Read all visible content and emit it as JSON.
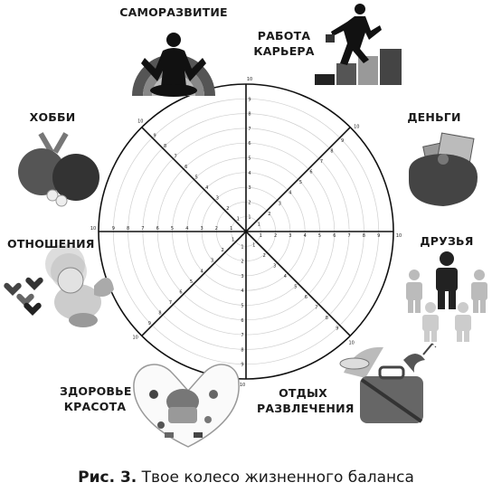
{
  "wheel": {
    "scale_max": 10,
    "ring_count": 10,
    "spoke_count": 8,
    "sections": [
      {
        "id": "self_development",
        "lines": [
          "САМОРАЗВИТИЕ"
        ]
      },
      {
        "id": "career",
        "lines": [
          "РАБОТА",
          "КАРЬЕРА"
        ]
      },
      {
        "id": "money",
        "lines": [
          "ДЕНЬГИ"
        ]
      },
      {
        "id": "friends",
        "lines": [
          "ДРУЗЬЯ"
        ]
      },
      {
        "id": "leisure",
        "lines": [
          "ОТДЫХ",
          "РАЗВЛЕЧЕНИЯ"
        ]
      },
      {
        "id": "health",
        "lines": [
          "ЗДОРОВЬЕ",
          "КРАСОТА"
        ]
      },
      {
        "id": "relationships",
        "lines": [
          "ОТНОШЕНИЯ"
        ]
      },
      {
        "id": "hobby",
        "lines": [
          "ХОББИ"
        ]
      }
    ]
  },
  "caption": {
    "label": "Рис. 3.",
    "text": " Твое колесо жизненного баланса"
  },
  "illustrations": [
    "meditation-figure-icon",
    "climbing-steps-businessman-icon",
    "money-purse-icon",
    "friends-group-icon",
    "beach-umbrella-suitcase-icon",
    "healthy-food-heart-icon",
    "cupid-hearts-icon",
    "ping-pong-paddles-icon"
  ]
}
